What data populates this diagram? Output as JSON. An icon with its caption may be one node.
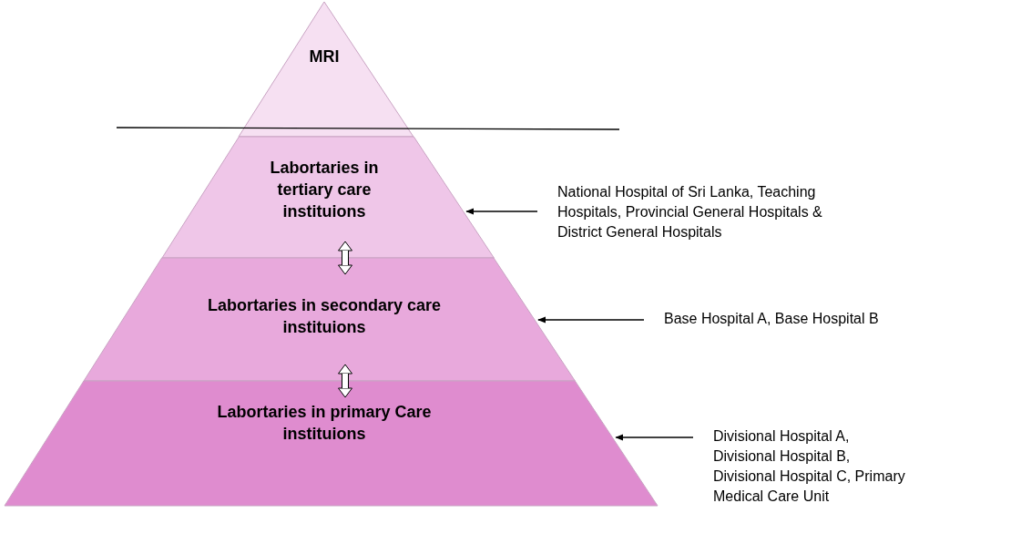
{
  "diagram": {
    "nodes": [
      {
        "text": [
          "MRI"
        ]
      },
      {
        "text": [
          "Labortaries in tertiary care instituions"
        ]
      },
      {
        "text": [
          "Labortaries in secondary care instituions"
        ]
      },
      {
        "text": [
          "Labortaries in primary Care instituions"
        ]
      },
      {
        "text": [
          "National Hospital of Sri Lanka, Teaching Hospitals, Provincial General Hospitals & District General Hospitals"
        ]
      },
      {
        "text": [
          "Base Hospital A, Base Hospital B"
        ]
      },
      {
        "text": [
          "Divisional Hospital A, Divisional Hospital B, Divisional Hospital C, Primary Medical Care Unit"
        ]
      }
    ],
    "edges": [
      {
        "from": 1,
        "to": 2,
        "arrow": "both",
        "style": "thick"
      },
      {
        "from": 2,
        "to": 3,
        "arrow": "both",
        "style": "thick"
      },
      {
        "from": 4,
        "to": 1,
        "arrow": "to"
      },
      {
        "from": 5,
        "to": 2,
        "arrow": "to"
      },
      {
        "from": 6,
        "to": 3,
        "arrow": "to"
      }
    ]
  }
}
